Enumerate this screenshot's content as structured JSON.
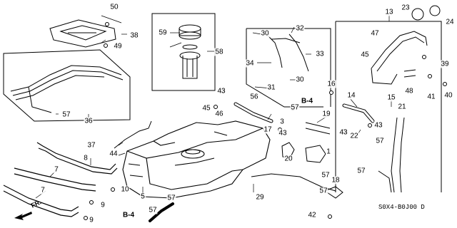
{
  "diagram": {
    "code": "S0X4-B0J00 D",
    "direction_label": "FR.",
    "reference_label": "B-4",
    "callouts": {
      "c1": "1",
      "c3": "3",
      "c5": "5",
      "c7a": "7",
      "c7b": "7",
      "c8": "8",
      "c9a": "9",
      "c9b": "9",
      "c10": "10",
      "c13": "13",
      "c14": "14",
      "c15": "15",
      "c16": "16",
      "c17": "17",
      "c18": "18",
      "c19": "19",
      "c20": "20",
      "c21": "21",
      "c22": "22",
      "c23": "23",
      "c24": "24",
      "c29": "29",
      "c30a": "30",
      "c30b": "30",
      "c31": "31",
      "c32": "32",
      "c33": "33",
      "c34": "34",
      "c36": "36",
      "c37": "37",
      "c38": "38",
      "c39": "39",
      "c40": "40",
      "c41": "41",
      "c42": "42",
      "c43a": "43",
      "c43b": "43",
      "c43c": "43",
      "c43d": "43",
      "c44": "44",
      "c45a": "45",
      "c45b": "45",
      "c46": "46",
      "c47": "47",
      "c48": "48",
      "c49": "49",
      "c50": "50",
      "c56": "56",
      "c57a": "57",
      "c57b": "57",
      "c57c": "57",
      "c57d": "57",
      "c57e": "57",
      "c57f": "57",
      "c57g": "57",
      "c57h": "57",
      "c58": "58",
      "c59": "59"
    }
  }
}
